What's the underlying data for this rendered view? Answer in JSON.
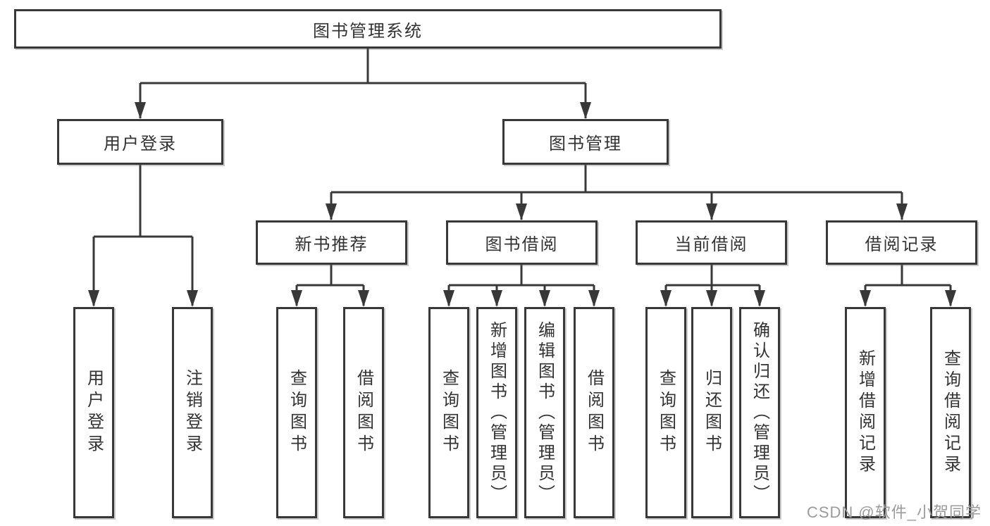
{
  "diagram_title": "图书管理系统",
  "tree": {
    "label": "图书管理系统",
    "children": [
      {
        "label": "用户登录",
        "children": [
          {
            "label": "用户登录"
          },
          {
            "label": "注销登录"
          }
        ]
      },
      {
        "label": "图书管理",
        "children": [
          {
            "label": "新书推荐",
            "children": [
              {
                "label": "查询图书"
              },
              {
                "label": "借阅图书"
              }
            ]
          },
          {
            "label": "图书借阅",
            "children": [
              {
                "label": "查询图书"
              },
              {
                "label": "新增图书（管理员）"
              },
              {
                "label": "编辑图书（管理员）"
              },
              {
                "label": "借阅图书"
              }
            ]
          },
          {
            "label": "当前借阅",
            "children": [
              {
                "label": "查询图书"
              },
              {
                "label": "归还图书"
              },
              {
                "label": "确认归还（管理员）"
              }
            ]
          },
          {
            "label": "借阅记录",
            "children": [
              {
                "label": "新增借阅记录"
              },
              {
                "label": "查询借阅记录"
              }
            ]
          }
        ]
      }
    ]
  },
  "watermark": {
    "text": "CSDN @软件_小贺同学"
  },
  "colors": {
    "line": "#383838",
    "box_border": "#383838",
    "text": "#333333",
    "background": "#ffffff",
    "watermark": "#9b9b9b"
  }
}
